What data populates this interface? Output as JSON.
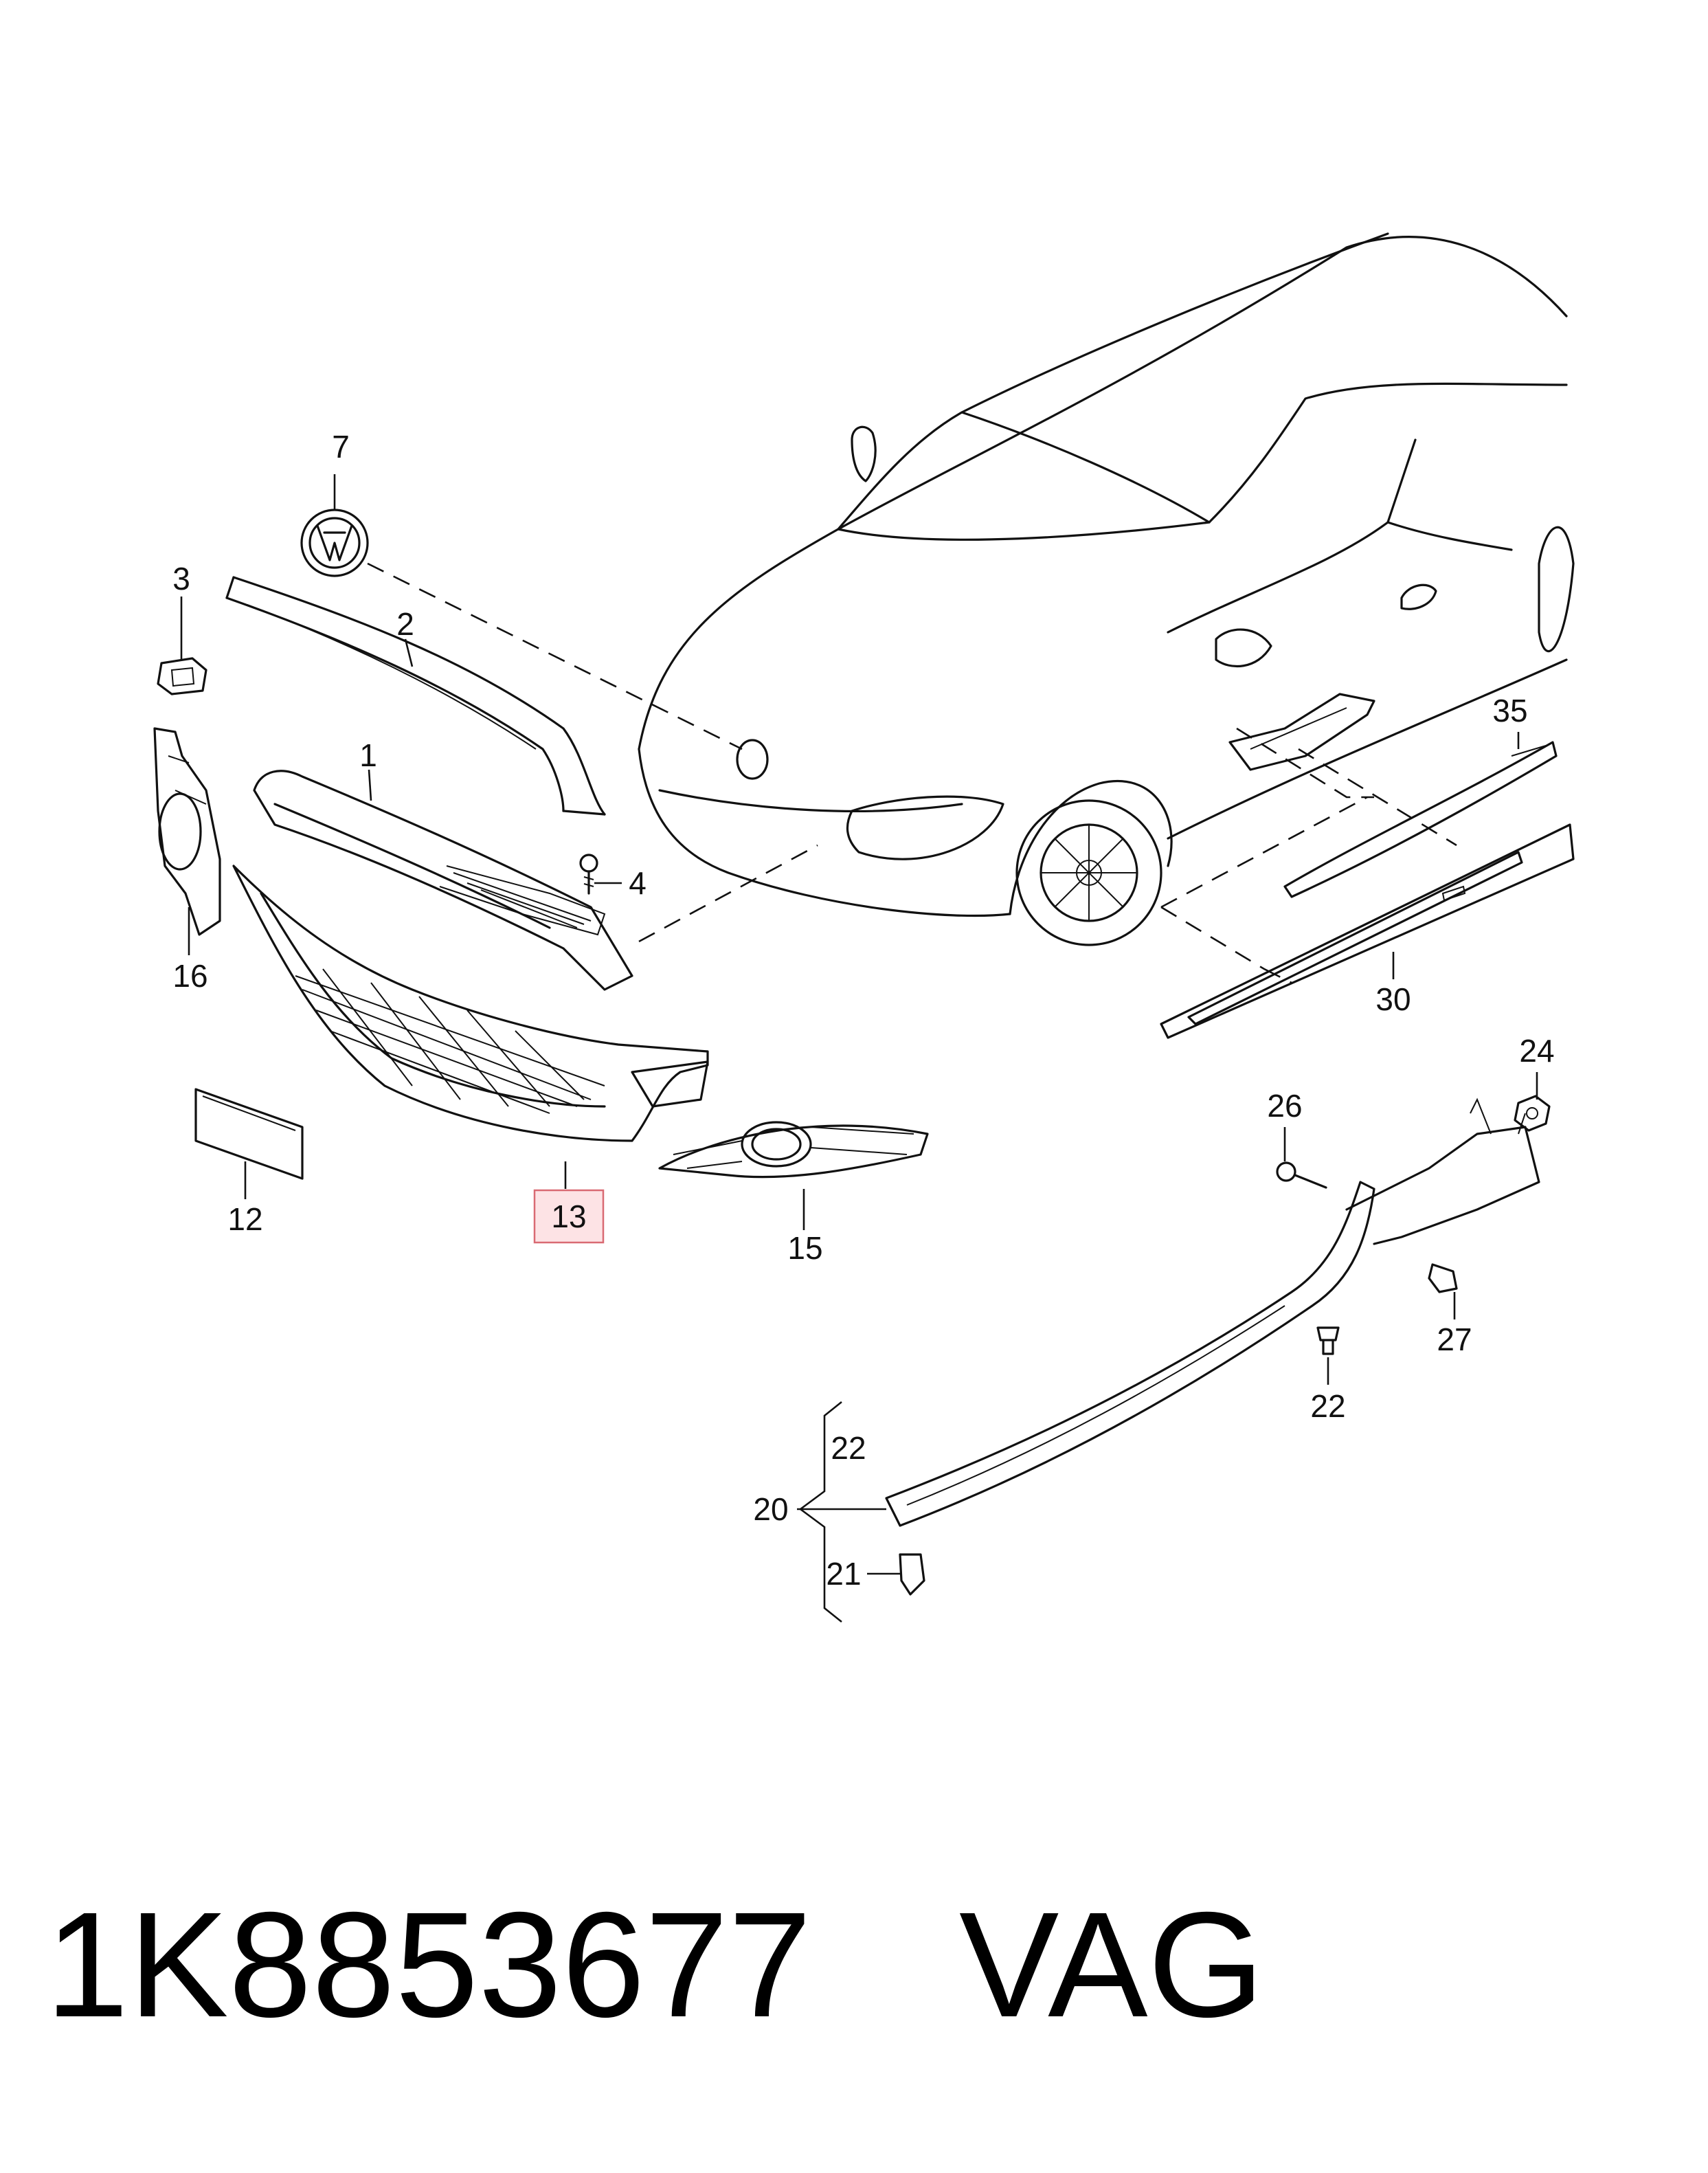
{
  "callouts": {
    "c1": "1",
    "c2": "2",
    "c3": "3",
    "c4": "4",
    "c7": "7",
    "c12": "12",
    "c13": "13",
    "c15": "15",
    "c16": "16",
    "c20": "20",
    "c21": "21",
    "c22a": "22",
    "c22b": "22",
    "c24": "24",
    "c26": "26",
    "c27": "27",
    "c30": "30",
    "c35": "35"
  },
  "highlight": {
    "label": "13",
    "color": "#fde3e5",
    "border": "#d96a73"
  },
  "caption": {
    "part_number": "1K8853677",
    "brand": "VAG"
  }
}
